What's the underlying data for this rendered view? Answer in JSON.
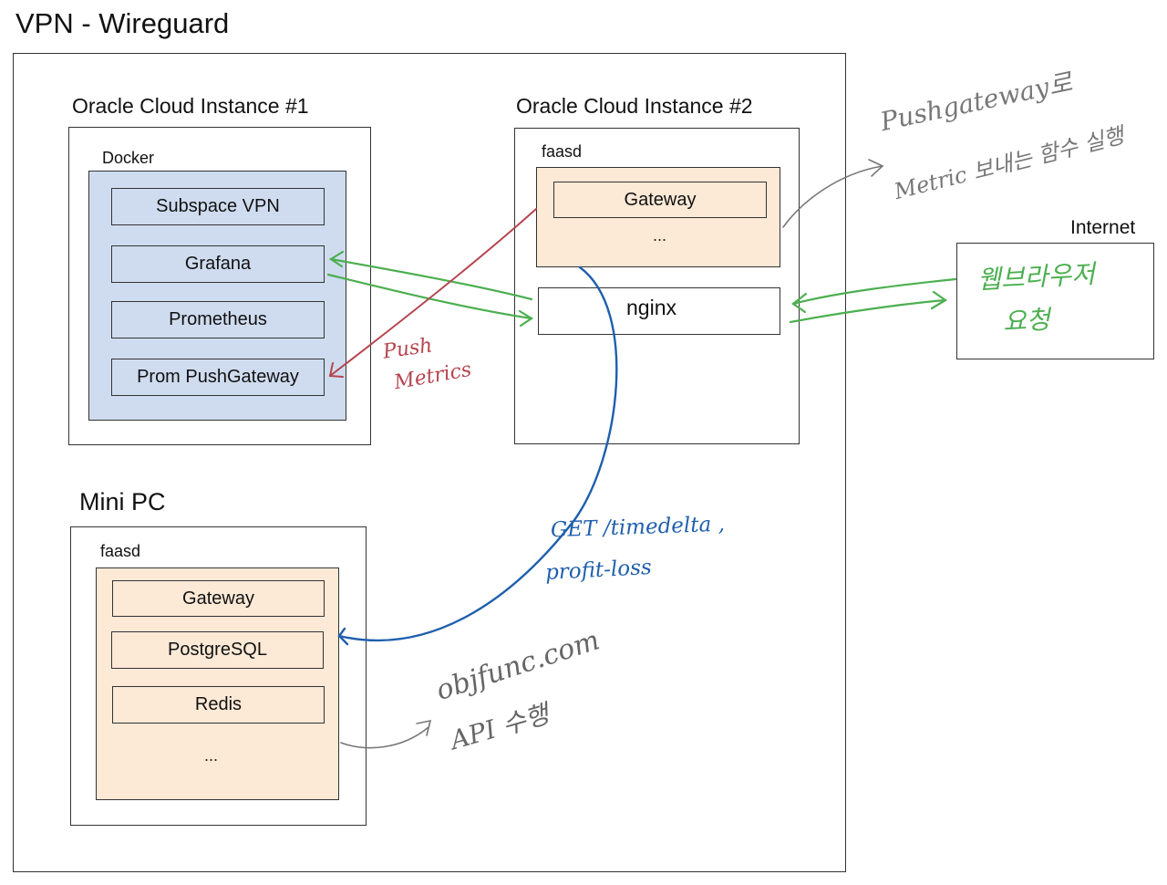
{
  "title": "VPN - Wireguard",
  "instance1": {
    "label": "Oracle Cloud Instance #1",
    "container_label": "Docker",
    "services": [
      "Subspace VPN",
      "Grafana",
      "Prometheus",
      "Prom PushGateway"
    ]
  },
  "instance2": {
    "label": "Oracle Cloud Instance #2",
    "container_label": "faasd",
    "services": [
      "Gateway"
    ],
    "more": "...",
    "proxy": "nginx"
  },
  "minipc": {
    "label": "Mini PC",
    "container_label": "faasd",
    "services": [
      "Gateway",
      "PostgreSQL",
      "Redis"
    ],
    "more": "..."
  },
  "internet": {
    "label": "Internet",
    "note_line1": "웹브라우저",
    "note_line2": "요청"
  },
  "annotations": {
    "push_metrics_line1": "Push",
    "push_metrics_line2": "Metrics",
    "pushgateway_note_line1": "Pushgateway로",
    "pushgateway_note_line2": "Metric 보내는 함수 실행",
    "get_note_line1": "GET /timedelta ,",
    "get_note_line2": "profit-loss",
    "objfunc_line1": "objfunc.com",
    "objfunc_line2": "API 수행"
  },
  "colors": {
    "docker_bg": "#cfdcef",
    "faasd_bg": "#fce9d6",
    "green_arrow": "#4caf50",
    "red_arrow": "#b5454f",
    "blue_arrow": "#1f5fad",
    "gray_note": "#777777"
  }
}
